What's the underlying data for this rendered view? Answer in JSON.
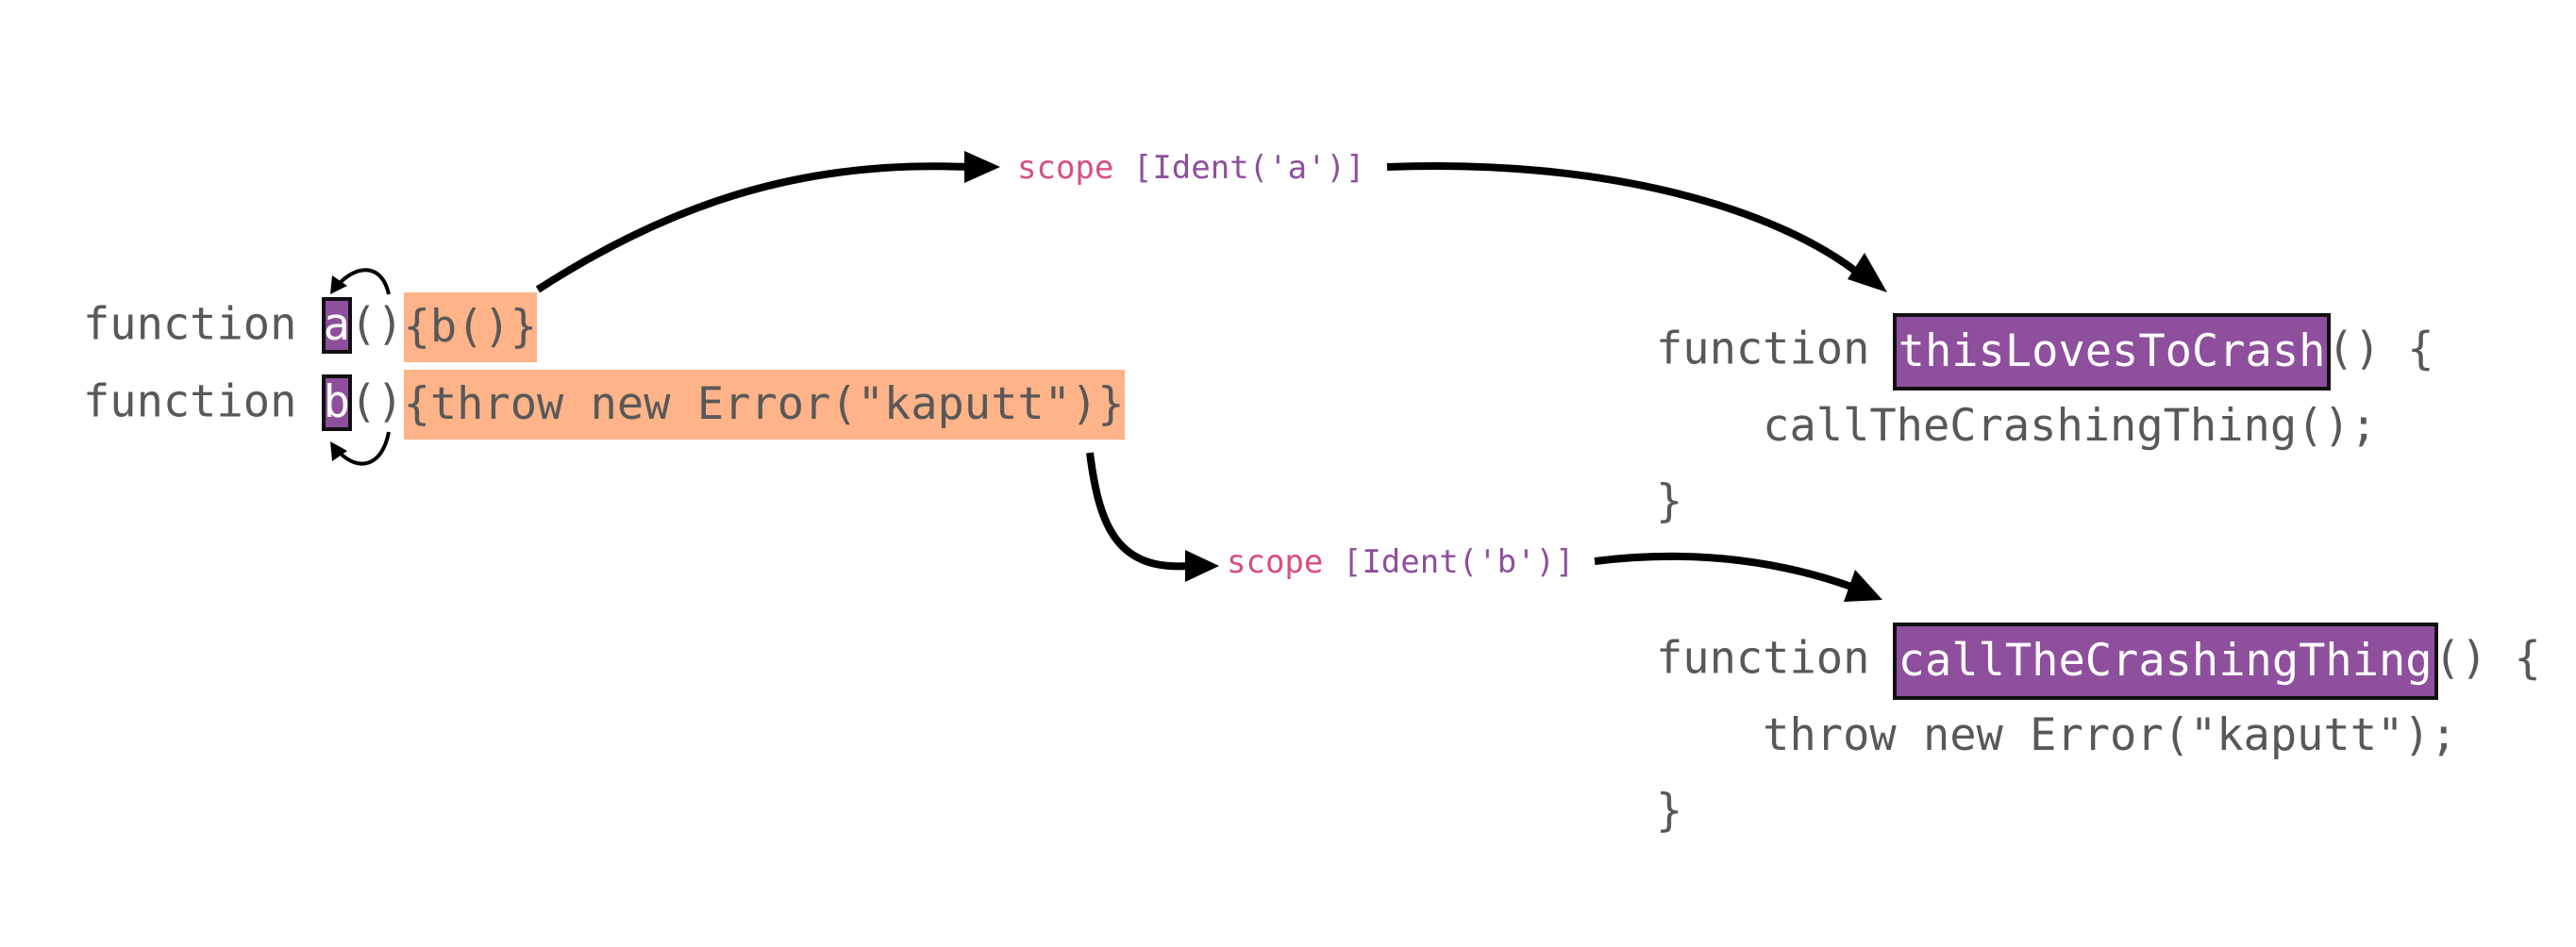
{
  "left_code": {
    "line1": {
      "keyword": "function",
      "ident": "a",
      "parens": "()",
      "body": "{b()}"
    },
    "line2": {
      "keyword": "function",
      "ident": "b",
      "parens": "()",
      "body": "{throw new Error(\"kaputt\")}"
    }
  },
  "scope_a": {
    "keyword": "scope",
    "value": "[Ident('a')]"
  },
  "scope_b": {
    "keyword": "scope",
    "value": "[Ident('b')]"
  },
  "right_top": {
    "keyword": "function",
    "ident": "thisLovesToCrash",
    "signature_rest": "() {",
    "body_line": "    callTheCrashingThing();",
    "close": "}"
  },
  "right_bottom": {
    "keyword": "function",
    "ident": "callTheCrashingThing",
    "signature_rest": "() {",
    "body_line": "    throw new Error(\"kaputt\");",
    "close": "}"
  },
  "colors": {
    "ident_fill": "#8e4f9d",
    "body_fill": "#ffb389",
    "code_text": "#585858",
    "scope_keyword": "#d94f7e",
    "arrow": "#000000"
  }
}
